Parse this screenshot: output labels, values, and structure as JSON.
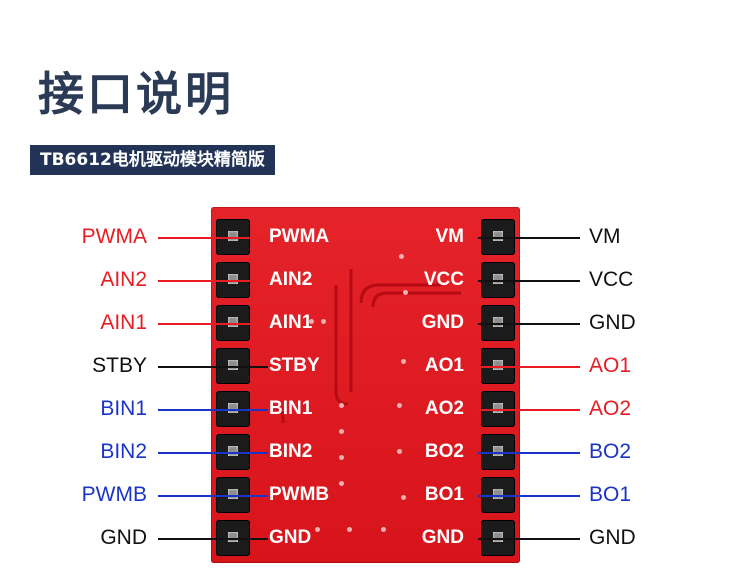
{
  "title": "接口说明",
  "subtitle": "TB6612电机驱动模块精简版",
  "colors": {
    "red": "#e81c23",
    "blue": "#1a34c8",
    "black": "#111111",
    "board": "#e3151c"
  },
  "left_pins": [
    {
      "label": "PWMA",
      "silk": "PWMA",
      "color": "red"
    },
    {
      "label": "AIN2",
      "silk": "AIN2",
      "color": "red"
    },
    {
      "label": "AIN1",
      "silk": "AIN1",
      "color": "red"
    },
    {
      "label": "STBY",
      "silk": "STBY",
      "color": "black"
    },
    {
      "label": "BIN1",
      "silk": "BIN1",
      "color": "blue"
    },
    {
      "label": "BIN2",
      "silk": "BIN2",
      "color": "blue"
    },
    {
      "label": "PWMB",
      "silk": "PWMB",
      "color": "blue"
    },
    {
      "label": "GND",
      "silk": "GND",
      "color": "black"
    }
  ],
  "right_pins": [
    {
      "label": "VM",
      "silk": "VM",
      "color": "black"
    },
    {
      "label": "VCC",
      "silk": "VCC",
      "color": "black"
    },
    {
      "label": "GND",
      "silk": "GND",
      "color": "black"
    },
    {
      "label": "AO1",
      "silk": "AO1",
      "color": "red"
    },
    {
      "label": "AO2",
      "silk": "AO2",
      "color": "red"
    },
    {
      "label": "BO2",
      "silk": "BO2",
      "color": "blue"
    },
    {
      "label": "BO1",
      "silk": "BO1",
      "color": "blue"
    },
    {
      "label": "GND",
      "silk": "GND",
      "color": "black"
    }
  ]
}
